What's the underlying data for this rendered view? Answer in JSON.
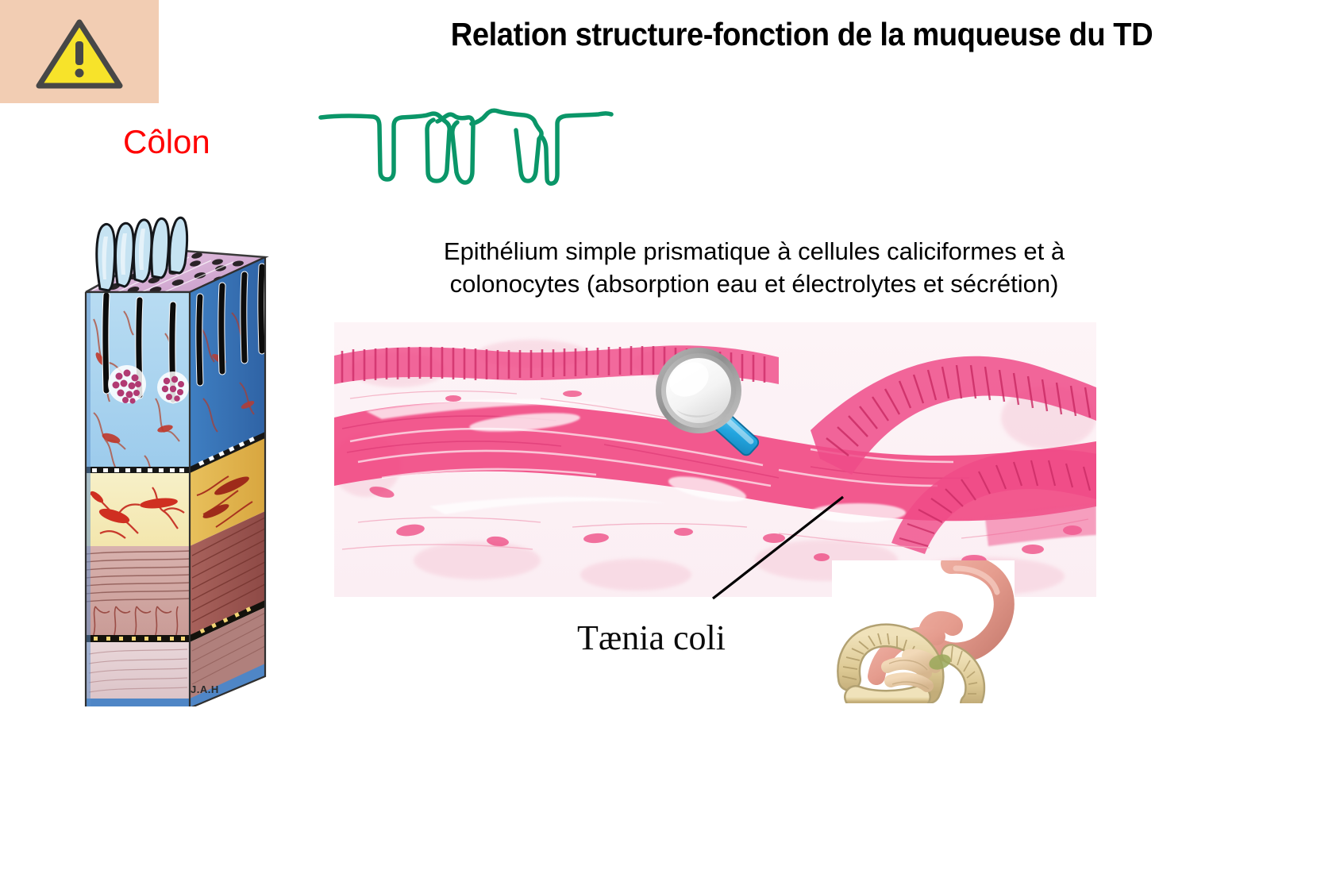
{
  "slide": {
    "title": "Relation structure-fonction de la muqueuse du TD",
    "organ_label": "Côlon",
    "caption": "Epithélium simple prismatique à cellules caliciformes et à colonocytes (absorption eau et électrolytes et sécrétion)",
    "caption_lines": [
      "Epithélium simple prismatique à cellules caliciformes",
      "et à colonocytes (absorption eau et électrolytes et",
      "sécrétion)"
    ],
    "annotation_label": "Tænia coli",
    "artist_signature": "J.A.H"
  },
  "icons": {
    "warning": "warning-triangle-icon",
    "magnifier": "magnifier-icon"
  },
  "figures": {
    "block_diagram_alt": "colon-wall-block-diagram",
    "micrograph_alt": "colon-histology-micrograph",
    "intestine_alt": "intestine-3d-inset",
    "sketch_alt": "green-crypt-profile-sketch"
  },
  "colors": {
    "warning_box_background": "#f2cdb3",
    "warning_triangle_fill": "#f7e32a",
    "warning_triangle_stroke": "#474747",
    "organ_label": "#ff0000",
    "sketch_stroke": "#0a9668",
    "title_text": "#000000",
    "caption_text": "#000000",
    "pointer_line": "#000000",
    "stain_pink": "#e8447f",
    "stain_light": "#fbe3ea",
    "magnifier_rim": "#9b9b9b",
    "magnifier_handle": "#29a8e0"
  }
}
